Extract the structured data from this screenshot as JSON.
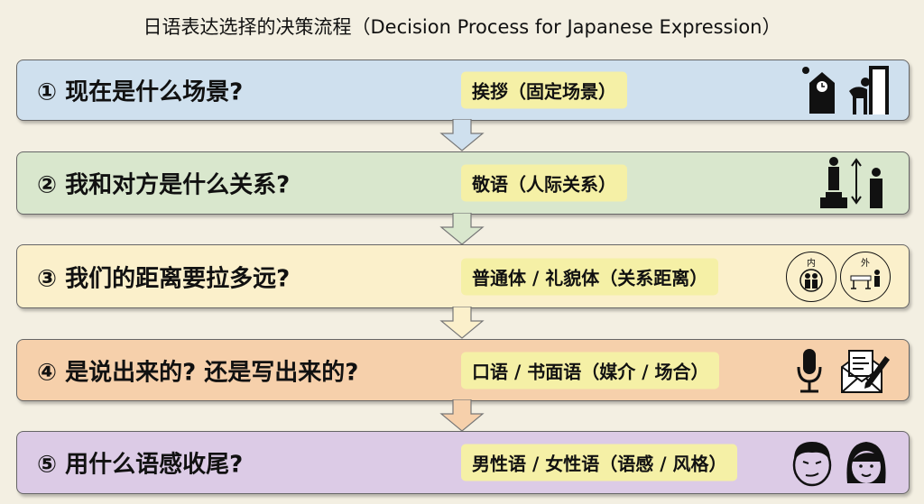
{
  "title": "日语表达选择的决策流程（Decision Process for Japanese Expression）",
  "steps": [
    {
      "question": "① 现在是什么场景?",
      "answer": "挨拶（固定场景）",
      "color": "#cfe0ee",
      "icons": [
        "clock-tower-icon",
        "bowing-person-door-icon"
      ]
    },
    {
      "question": "② 我和对方是什么关系?",
      "answer": "敬语（人际关系）",
      "color": "#d9e7cd",
      "icons": [
        "hierarchy-people-icon"
      ]
    },
    {
      "question": "③ 我们的距离要拉多远?",
      "answer": "普通体 / 礼貌体（关系距离）",
      "color": "#fbf0cb",
      "icons": [
        "inner-circle-icon",
        "outer-circle-icon"
      ],
      "icon_labels": [
        "内",
        "外"
      ]
    },
    {
      "question": "④ 是说出来的? 还是写出来的?",
      "answer": "口语 / 书面语（媒介 / 场合）",
      "color": "#f6d0ab",
      "icons": [
        "microphone-icon",
        "letter-pen-icon"
      ]
    },
    {
      "question": "⑤ 用什么语感收尾?",
      "answer": "男性语 / 女性语（语感 / 风格）",
      "color": "#dccbe6",
      "icons": [
        "male-face-icon",
        "female-face-icon"
      ]
    }
  ]
}
